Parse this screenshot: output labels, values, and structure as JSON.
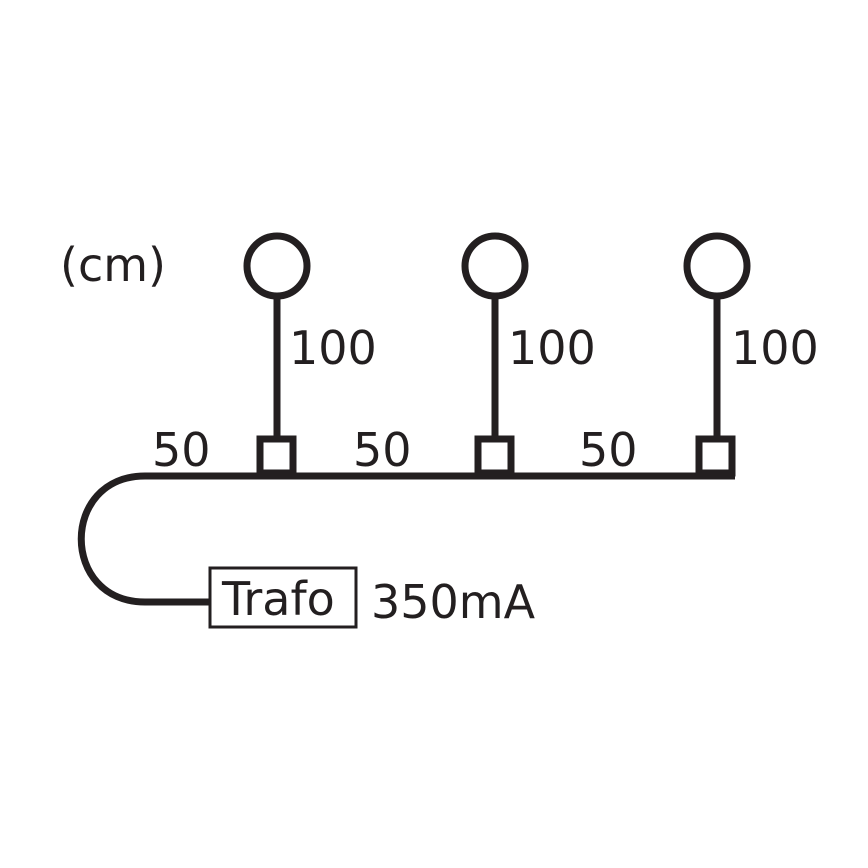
{
  "unit_label": "(cm)",
  "segment_lengths": [
    "50",
    "50",
    "50"
  ],
  "drop_lengths": [
    "100",
    "100",
    "100"
  ],
  "transformer": {
    "label": "Trafo",
    "current": "350mA"
  },
  "colors": {
    "line": "#231f20",
    "background": "#ffffff"
  }
}
